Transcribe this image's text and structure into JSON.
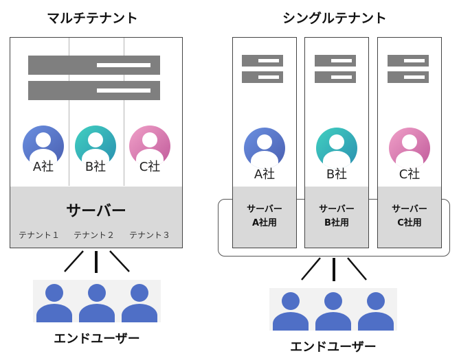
{
  "multi": {
    "title": "マルチテナント",
    "companies": [
      "A社",
      "B社",
      "C社"
    ],
    "server_label": "サーバー",
    "tenants": [
      "テナント１",
      "テナント２",
      "テナント３"
    ],
    "end_user_label": "エンドユーザー"
  },
  "single": {
    "title": "シングルテナント",
    "companies": [
      "A社",
      "B社",
      "C社"
    ],
    "servers": [
      {
        "line1": "サーバー",
        "line2": "A社用"
      },
      {
        "line1": "サーバー",
        "line2": "B社用"
      },
      {
        "line1": "サーバー",
        "line2": "C社用"
      }
    ],
    "end_user_label": "エンドユーザー"
  },
  "colors": {
    "avatar_a": "#5b76c4",
    "avatar_b": "#2fb6b1",
    "avatar_c": "#d67bb0",
    "user_blue": "#4f6fc6",
    "server_gray": "#d9d9d9",
    "server_icon": "#7f7f7f"
  },
  "icons": [
    "server-rack-icon",
    "person-avatar-icon",
    "end-user-icon"
  ]
}
